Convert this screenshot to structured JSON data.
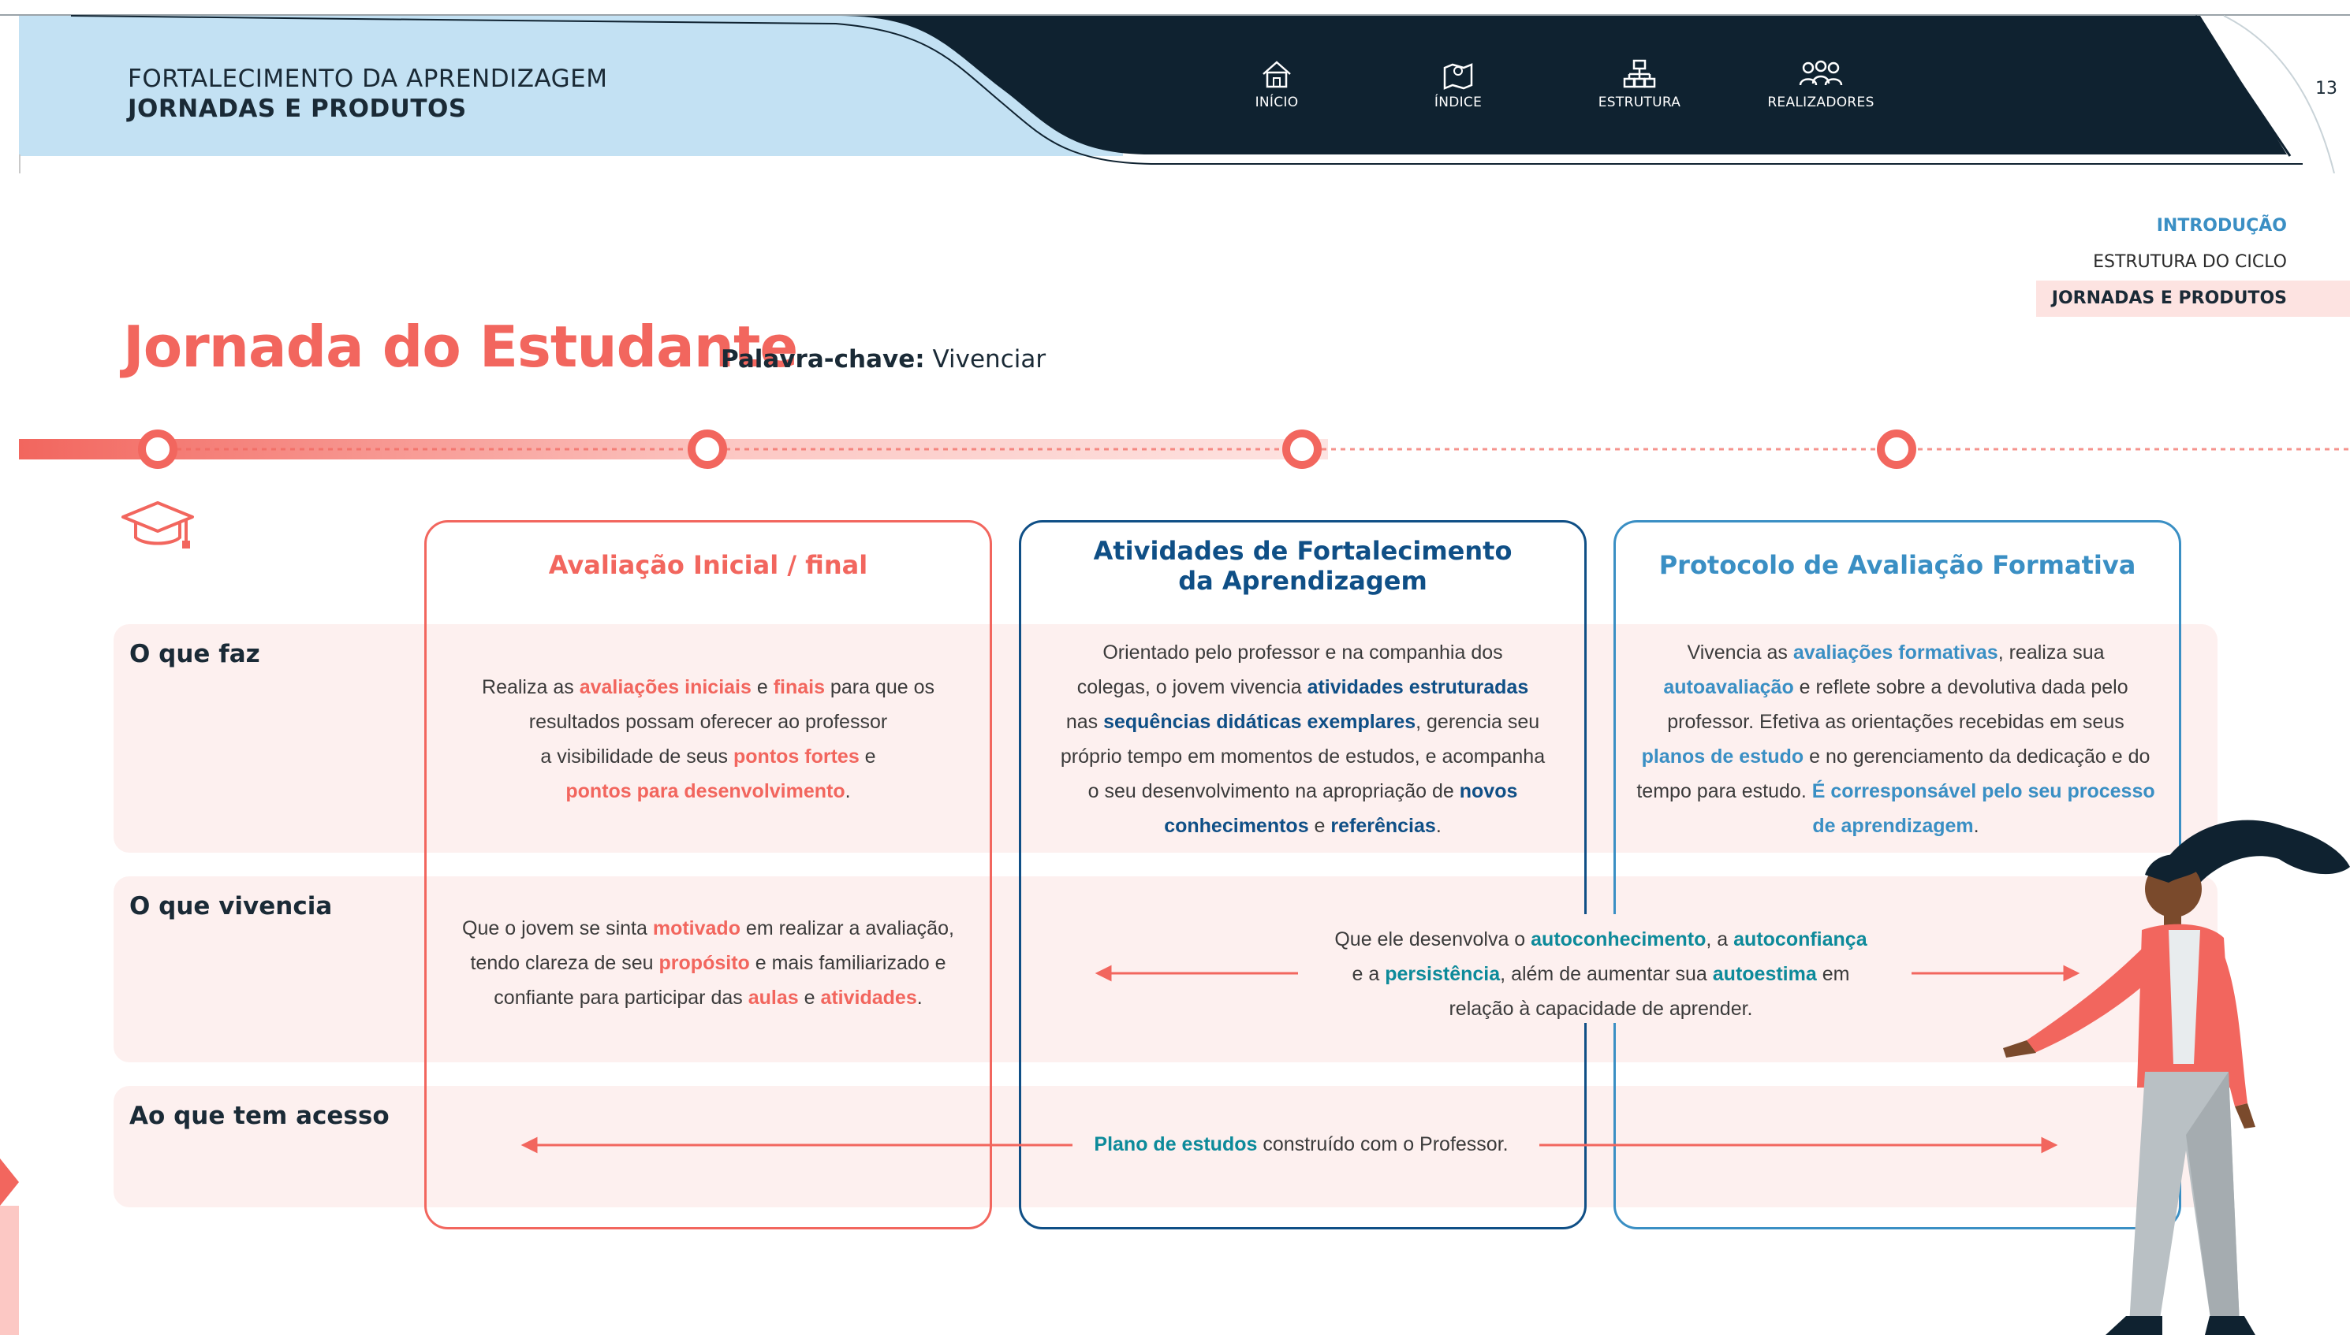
{
  "header": {
    "title_line1": "FORTALECIMENTO DA APRENDIZAGEM",
    "title_line2": "JORNADAS E PRODUTOS",
    "page_number": "13",
    "nav": [
      {
        "label": "INÍCIO",
        "icon": "home-icon"
      },
      {
        "label": "ÍNDICE",
        "icon": "map-icon"
      },
      {
        "label": "ESTRUTURA",
        "icon": "structure-icon"
      },
      {
        "label": "REALIZADORES",
        "icon": "people-icon"
      }
    ]
  },
  "side_nav": {
    "items": [
      "INTRODUÇÃO",
      "ESTRUTURA DO CICLO",
      "JORNADAS E PRODUTOS"
    ],
    "active": "JORNADAS E PRODUTOS"
  },
  "title": "Jornada do Estudante",
  "keyword_label": "Palavra-chave:",
  "keyword_value": "Vivenciar",
  "rows": {
    "faz": "O que faz",
    "vivencia": "O que vivencia",
    "acesso": "Ao que tem acesso"
  },
  "columns": {
    "c1": {
      "title": "Avaliação Inicial / final"
    },
    "c2": {
      "title_line1": "Atividades de Fortalecimento",
      "title_line2": "da Aprendizagem"
    },
    "c3": {
      "title": "Protocolo de Avaliação Formativa"
    }
  },
  "cells": {
    "c1_faz": {
      "t1": "Realiza as ",
      "h1": "avaliações iniciais",
      "t2": " e ",
      "h2": "finais",
      "t3": " para que os",
      "l2": "resultados possam oferecer ao professor",
      "l3a": "a visibilidade de seus ",
      "h3": "pontos fortes",
      "l3b": " e",
      "h4": "pontos para desenvolvimento",
      "l4b": "."
    },
    "c2_faz": {
      "l1": "Orientado pelo professor e na companhia dos",
      "l2a": "colegas, o jovem vivencia ",
      "h1": "atividades estruturadas",
      "l3a": "nas ",
      "h2": "sequências didáticas exemplares",
      "l3b": ", gerencia seu",
      "l4": "próprio tempo em momentos de estudos, e acompanha",
      "l5a": "o seu desenvolvimento na apropriação de ",
      "h3": "novos",
      "h4": "conhecimentos",
      "l6a": " e ",
      "h5": "referências",
      "l6b": "."
    },
    "c3_faz": {
      "l1a": "Vivencia as ",
      "h1": "avaliações formativas",
      "l1b": ", realiza sua",
      "h2": "autoavaliação",
      "l2b": " e reflete sobre a devolutiva dada pelo",
      "l3": "professor. Efetiva as orientações recebidas em seus",
      "h3": "planos de estudo",
      "l4b": " e no gerenciamento da dedicação e do",
      "l5a": "tempo para estudo. ",
      "h4": "É corresponsável pelo seu processo",
      "h5": "de aprendizagem",
      "l6b": "."
    },
    "c1_viv": {
      "l1a": "Que o jovem se sinta ",
      "h1": "motivado",
      "l1b": " em realizar a avaliação,",
      "l2a": "tendo clareza de seu ",
      "h2": "propósito",
      "l2b": " e mais familiarizado e",
      "l3a": "confiante para participar das ",
      "h3": "aulas",
      "l3b": " e ",
      "h4": "atividades",
      "l3c": "."
    },
    "c23_viv": {
      "l1a": "Que ele desenvolva o ",
      "h1": "autoconhecimento",
      "l1b": ", a ",
      "h2": "autoconfiança",
      "l2a": "e a ",
      "h3": "persistência",
      "l2b": ", além de aumentar sua ",
      "h4": "autoestima",
      "l2c": " em",
      "l3": "relação à capacidade de aprender."
    },
    "acesso": {
      "h1": "Plano de estudos",
      "t1": " construído com o Professor."
    }
  },
  "colors": {
    "coral": "#f2665e",
    "navy": "#0f4f86",
    "blue": "#3a8fc4",
    "dark_header": "#0f2230",
    "light_header": "#c3e1f3",
    "row_bg": "#fdf0ef"
  }
}
